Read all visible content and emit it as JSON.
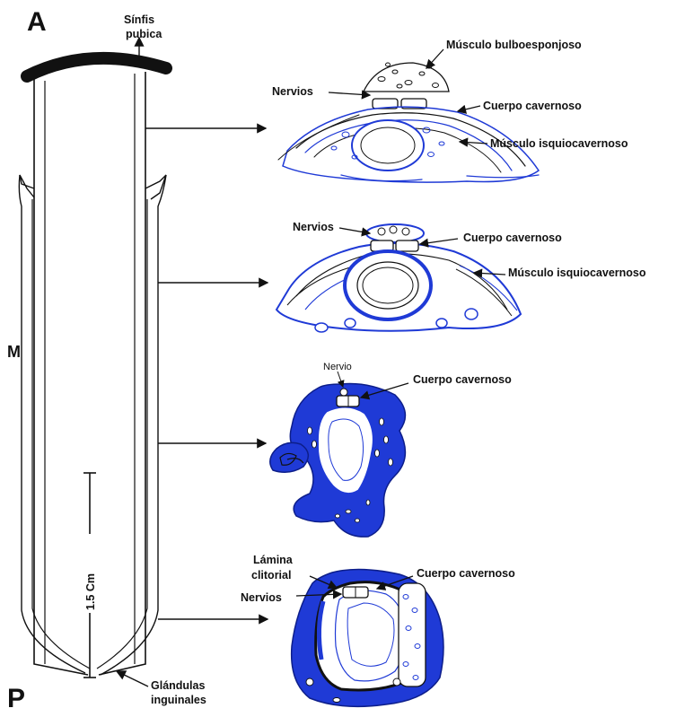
{
  "figure": {
    "orientation_letters": {
      "anterior": "A",
      "middle": "M",
      "posterior": "P"
    },
    "top_label": {
      "line1": "Sínfis",
      "line2": "pubica"
    },
    "bottom_label": {
      "line1": "Glándulas",
      "line2": "inguinales"
    },
    "scale_bar_label": "1.5 Cm",
    "colors": {
      "tissue_blue": "#1f3ad6",
      "ink": "#111111",
      "outline": "#000000"
    }
  },
  "sections": [
    {
      "id": "section-1",
      "labels": {
        "muscle_bulbo": "Músculo bulboesponjoso",
        "nerves": "Nervios",
        "corpus": "Cuerpo cavernoso",
        "muscle_isquio": "Músculo isquiocavernoso"
      }
    },
    {
      "id": "section-2",
      "labels": {
        "nerves": "Nervios",
        "corpus": "Cuerpo cavernoso",
        "muscle_isquio": "Músculo isquiocavernoso"
      }
    },
    {
      "id": "section-3",
      "labels": {
        "nerve": "Nervio",
        "corpus": "Cuerpo cavernoso"
      }
    },
    {
      "id": "section-4",
      "labels": {
        "lamina_line1": "Lámina",
        "lamina_line2": "clitorial",
        "corpus": "Cuerpo cavernoso",
        "nerves": "Nervios"
      }
    }
  ]
}
